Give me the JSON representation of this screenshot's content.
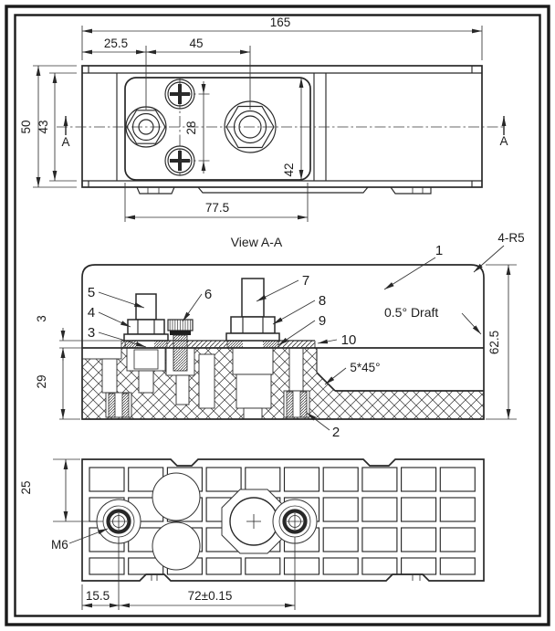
{
  "views": {
    "top": {
      "dim_overall_length": "165",
      "dim_stud_offset": "25.5",
      "dim_stud_spacing": "45",
      "dim_overall_width": "50",
      "dim_inner_width": "43",
      "dim_screw_spacing": "28",
      "dim_plate_width": "42",
      "dim_plate_length": "77.5",
      "section_label": "A"
    },
    "section": {
      "title": "View A-A",
      "dim_plate_thickness": "3",
      "dim_base_height": "29",
      "dim_total_height": "62.5",
      "note_corner_radius": "4-R5",
      "note_draft": "0.5° Draft",
      "note_chamfer": "5*45°",
      "callouts": [
        "1",
        "2",
        "3",
        "4",
        "5",
        "6",
        "7",
        "8",
        "9",
        "10"
      ]
    },
    "bottom": {
      "dim_boss_depth": "25",
      "dim_insert_offset": "15.5",
      "dim_insert_spacing": "72±0.15",
      "label_thread": "M6"
    }
  }
}
